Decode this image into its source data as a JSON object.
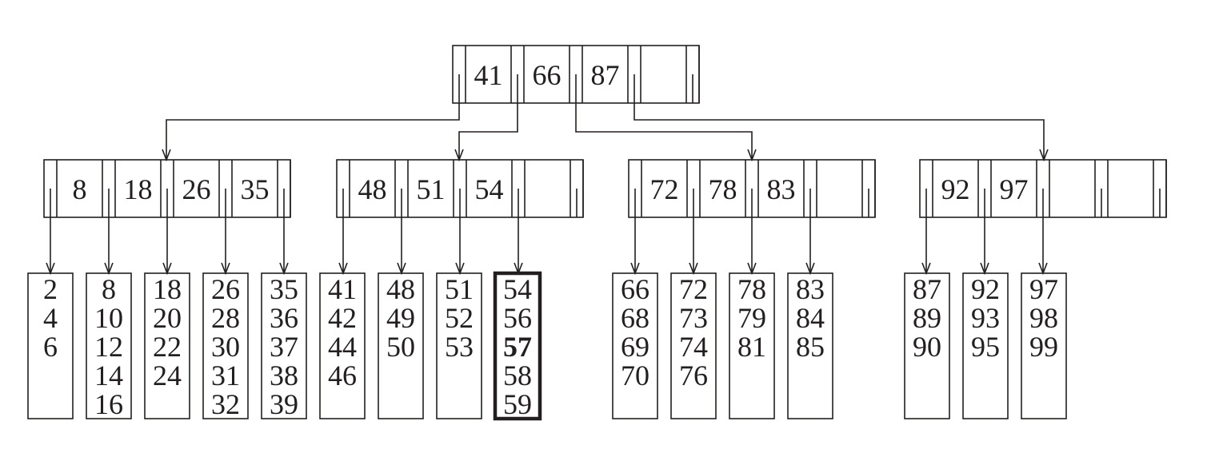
{
  "tree": {
    "root": {
      "keys": [
        "41",
        "66",
        "87"
      ]
    },
    "internal": [
      {
        "keys": [
          "8",
          "18",
          "26",
          "35"
        ]
      },
      {
        "keys": [
          "48",
          "51",
          "54"
        ]
      },
      {
        "keys": [
          "72",
          "78",
          "83"
        ]
      },
      {
        "keys": [
          "92",
          "97"
        ]
      }
    ],
    "leaves": [
      {
        "values": [
          "2",
          "4",
          "6"
        ]
      },
      {
        "values": [
          "8",
          "10",
          "12",
          "14",
          "16"
        ]
      },
      {
        "values": [
          "18",
          "20",
          "22",
          "24"
        ]
      },
      {
        "values": [
          "26",
          "28",
          "30",
          "31",
          "32"
        ]
      },
      {
        "values": [
          "35",
          "36",
          "37",
          "38",
          "39"
        ]
      },
      {
        "values": [
          "41",
          "42",
          "44",
          "46"
        ]
      },
      {
        "values": [
          "48",
          "49",
          "50"
        ]
      },
      {
        "values": [
          "51",
          "52",
          "53"
        ]
      },
      {
        "values": [
          "54",
          "56",
          "57",
          "58",
          "59"
        ],
        "highlighted": true,
        "bold_value": "57"
      },
      {
        "values": [
          "66",
          "68",
          "69",
          "70"
        ]
      },
      {
        "values": [
          "72",
          "73",
          "74",
          "76"
        ]
      },
      {
        "values": [
          "78",
          "79",
          "81"
        ]
      },
      {
        "values": [
          "83",
          "84",
          "85"
        ]
      },
      {
        "values": [
          "87",
          "89",
          "90"
        ]
      },
      {
        "values": [
          "92",
          "93",
          "95"
        ]
      },
      {
        "values": [
          "97",
          "98",
          "99"
        ]
      }
    ]
  },
  "colors": {
    "stroke": "#231f20",
    "text": "#231f20",
    "background": "#ffffff"
  }
}
